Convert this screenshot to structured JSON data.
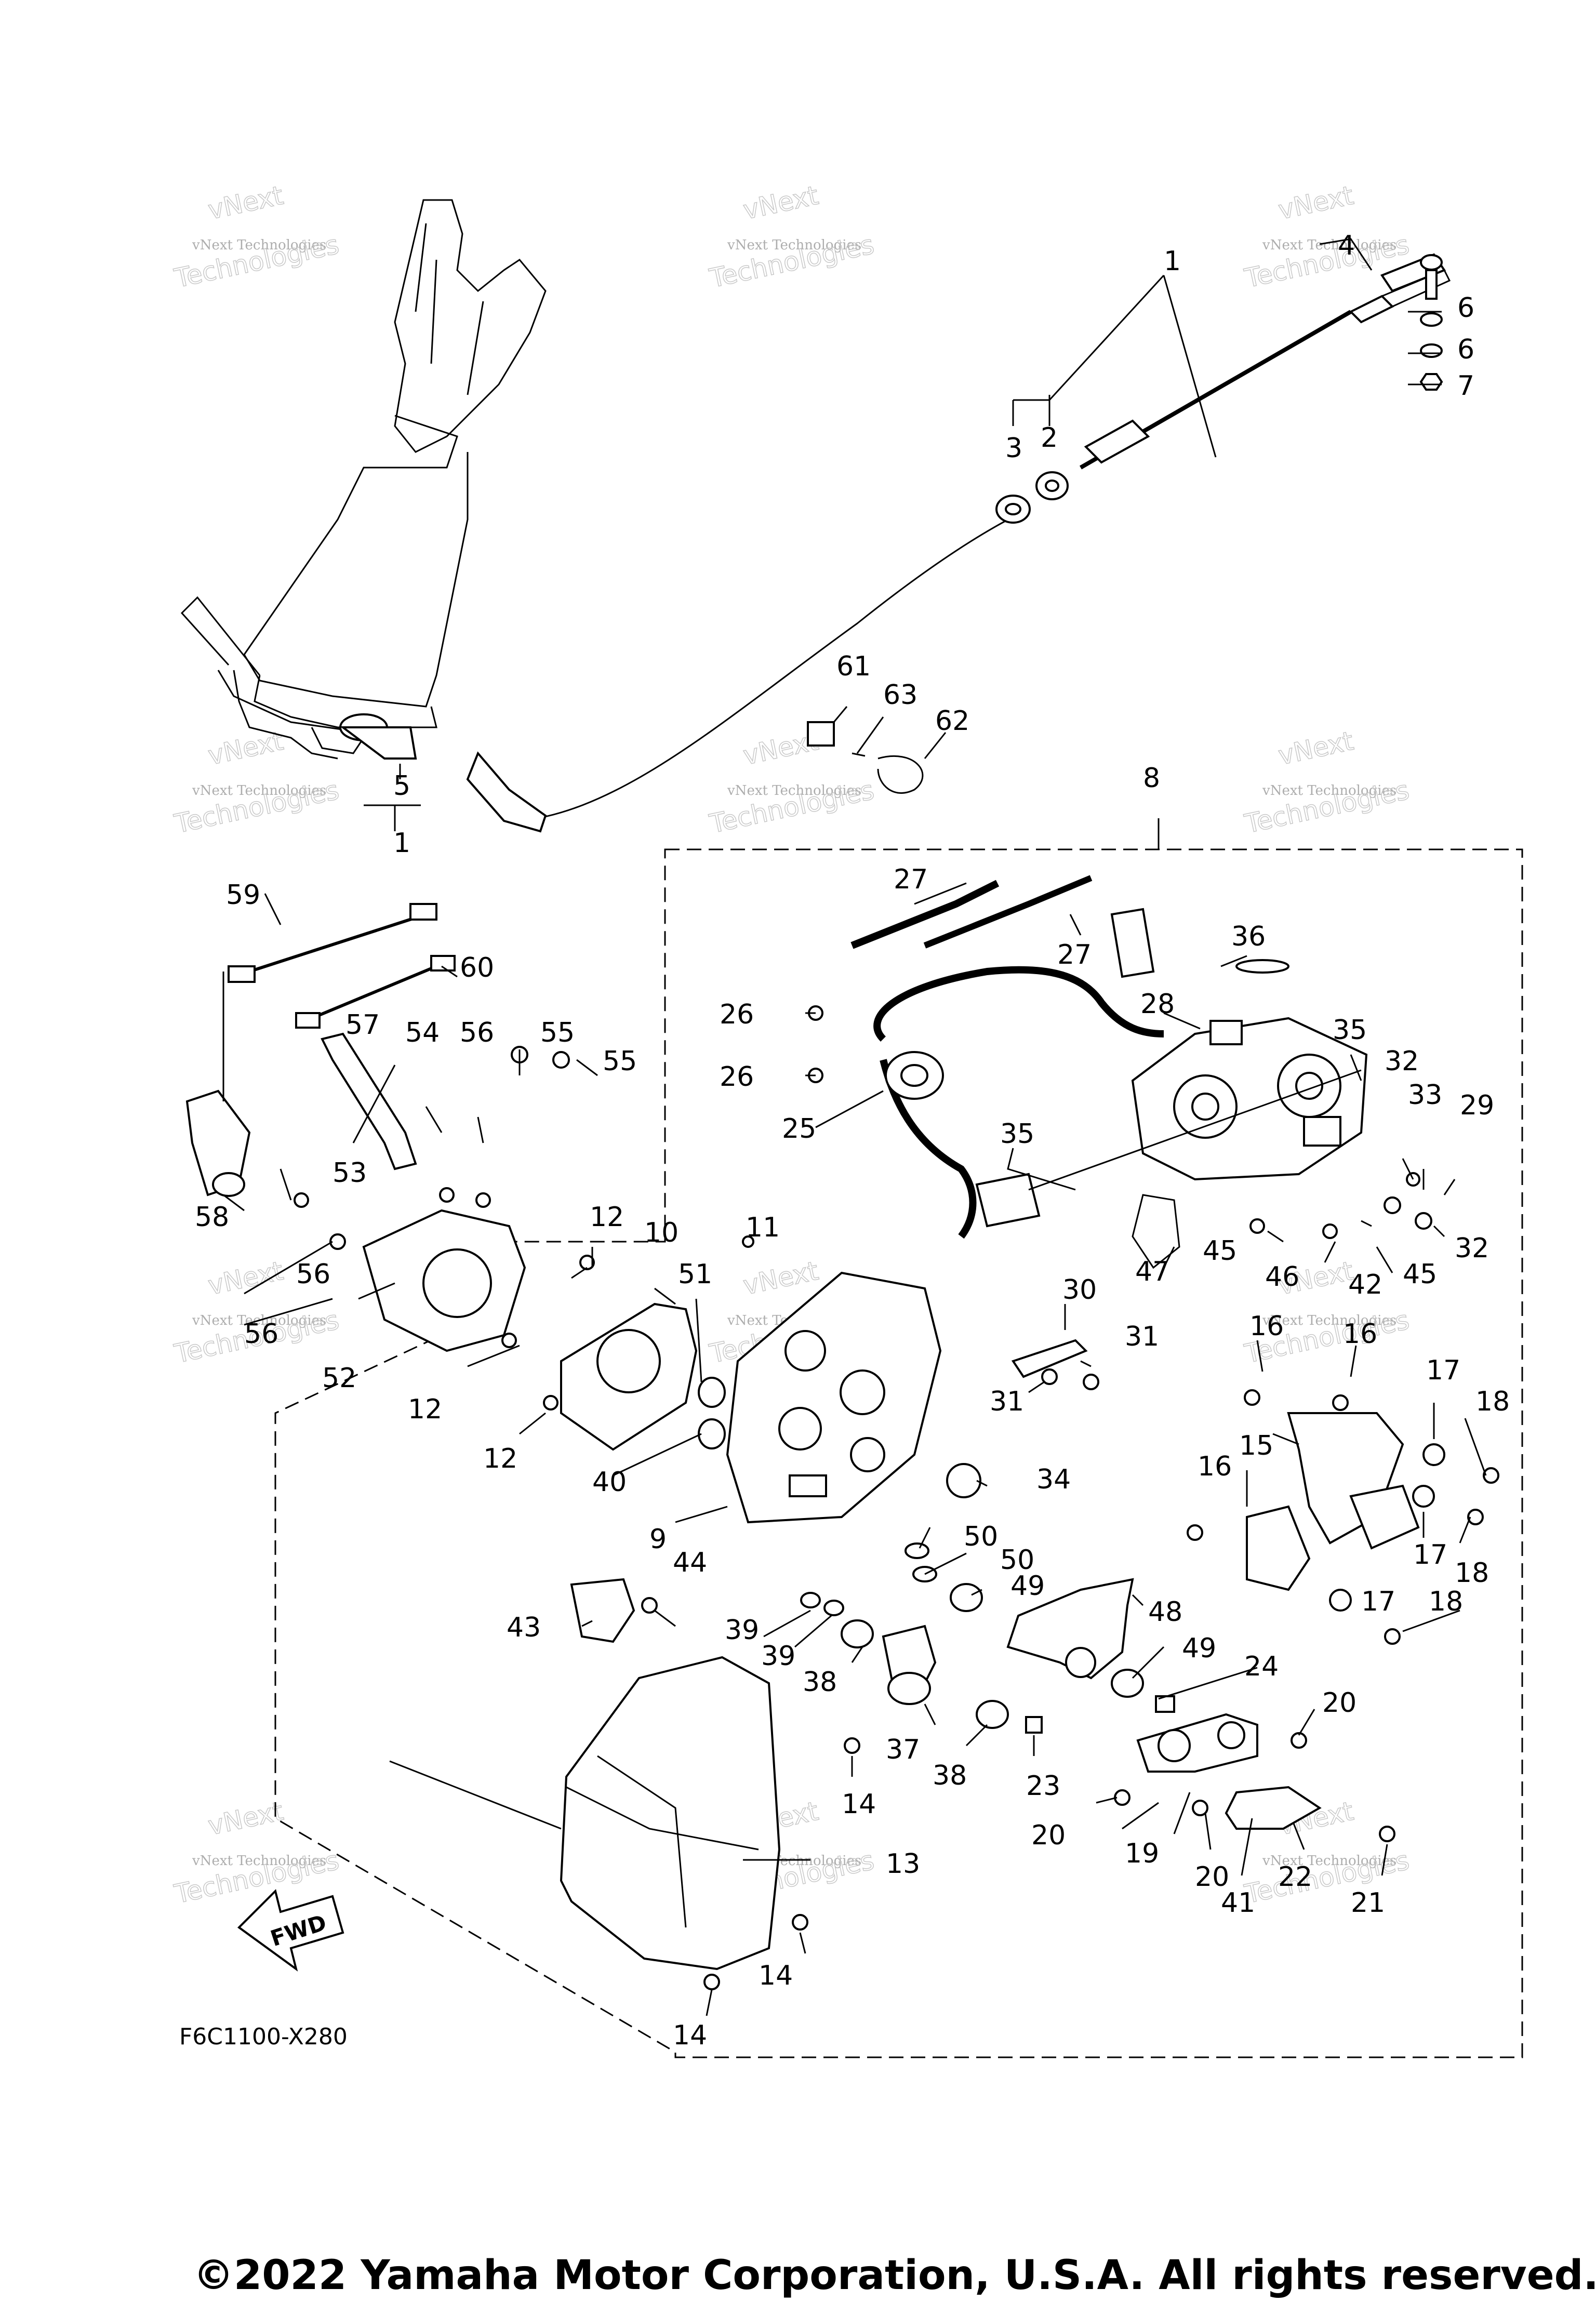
{
  "diagram": {
    "drawing_code": "F6C1100-X280",
    "copyright": "©2022 Yamaha Motor Corporation, U.S.A. All rights reserved.",
    "fwd_label": "FWD",
    "watermark": [
      "vNext Technologies",
      "vNext",
      "Technologies"
    ],
    "callouts": [
      "1",
      "2",
      "3",
      "4",
      "5",
      "6",
      "7",
      "8",
      "9",
      "10",
      "11",
      "12",
      "13",
      "14",
      "15",
      "16",
      "17",
      "18",
      "19",
      "20",
      "21",
      "22",
      "23",
      "24",
      "25",
      "26",
      "27",
      "28",
      "29",
      "30",
      "31",
      "32",
      "33",
      "34",
      "35",
      "36",
      "37",
      "38",
      "39",
      "40",
      "41",
      "42",
      "43",
      "44",
      "45",
      "46",
      "47",
      "48",
      "49",
      "50",
      "51",
      "52",
      "53",
      "54",
      "55",
      "56",
      "57",
      "58",
      "59",
      "60",
      "61",
      "62",
      "63"
    ]
  }
}
